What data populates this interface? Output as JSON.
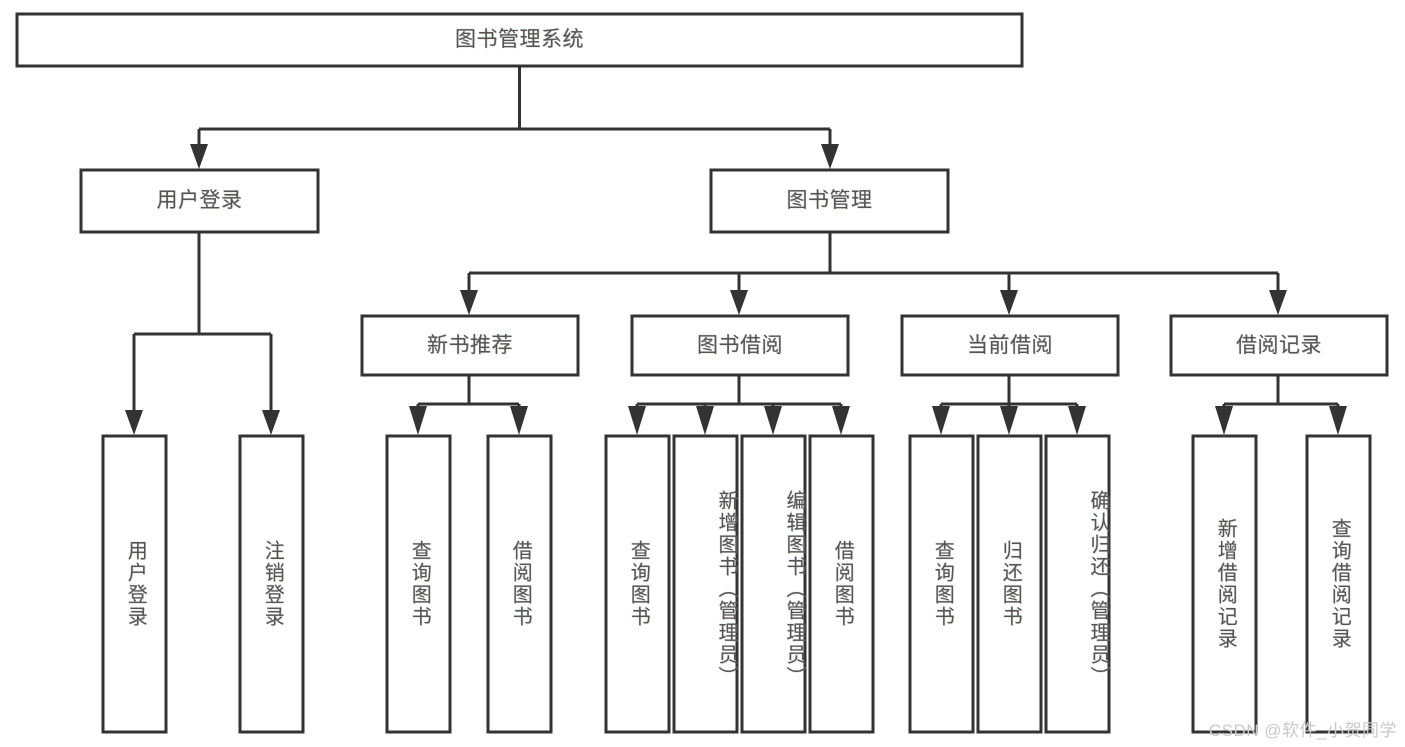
{
  "diagram": {
    "type": "tree-hierarchy-chart",
    "root": {
      "label": "图书管理系统"
    },
    "level2": [
      {
        "label": "用户登录"
      },
      {
        "label": "图书管理"
      }
    ],
    "level3": [
      {
        "label": "新书推荐"
      },
      {
        "label": "图书借阅"
      },
      {
        "label": "当前借阅"
      },
      {
        "label": "借阅记录"
      }
    ],
    "leaves": {
      "user_login": [
        {
          "label": "用户登录"
        },
        {
          "label": "注销登录"
        }
      ],
      "new_book_recommend": [
        {
          "label": "查询图书"
        },
        {
          "label": "借阅图书"
        }
      ],
      "book_borrow": [
        {
          "label": "查询图书"
        },
        {
          "label": "新增图书（管理员）"
        },
        {
          "label": "编辑图书（管理员）"
        },
        {
          "label": "借阅图书"
        }
      ],
      "current_borrow": [
        {
          "label": "查询图书"
        },
        {
          "label": "归还图书"
        },
        {
          "label": "确认归还（管理员）"
        }
      ],
      "borrow_record": [
        {
          "label": "新增借阅记录"
        },
        {
          "label": "查询借阅记录"
        }
      ]
    }
  },
  "watermark": {
    "text": "CSDN @软件_小贺同学"
  },
  "colors": {
    "border": "#333333",
    "box_fill": "#ffffff",
    "text": "#555555",
    "watermark": "#c9c9c9",
    "canvas": "#ffffff"
  }
}
